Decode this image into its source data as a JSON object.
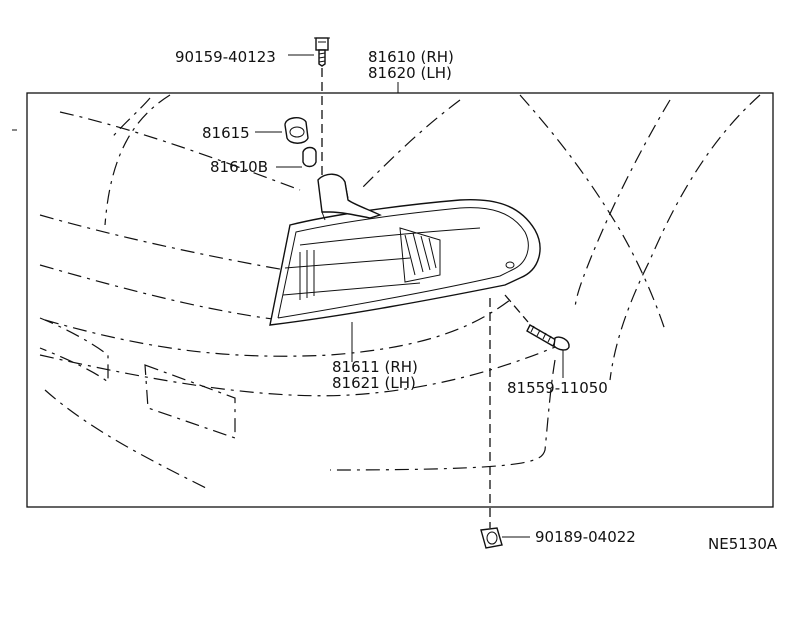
{
  "diagram": {
    "drawing_code": "NE5130A",
    "parts": {
      "screw_top": "90159-40123",
      "lamp_assy_rh": "81610 (RH)",
      "lamp_assy_lh": "81620 (LH)",
      "socket": "81615",
      "bulb": "81610B",
      "lens_rh": "81611 (RH)",
      "lens_lh": "81621 (LH)",
      "screw_side": "81559-11050",
      "nut_bottom": "90189-04022"
    }
  }
}
